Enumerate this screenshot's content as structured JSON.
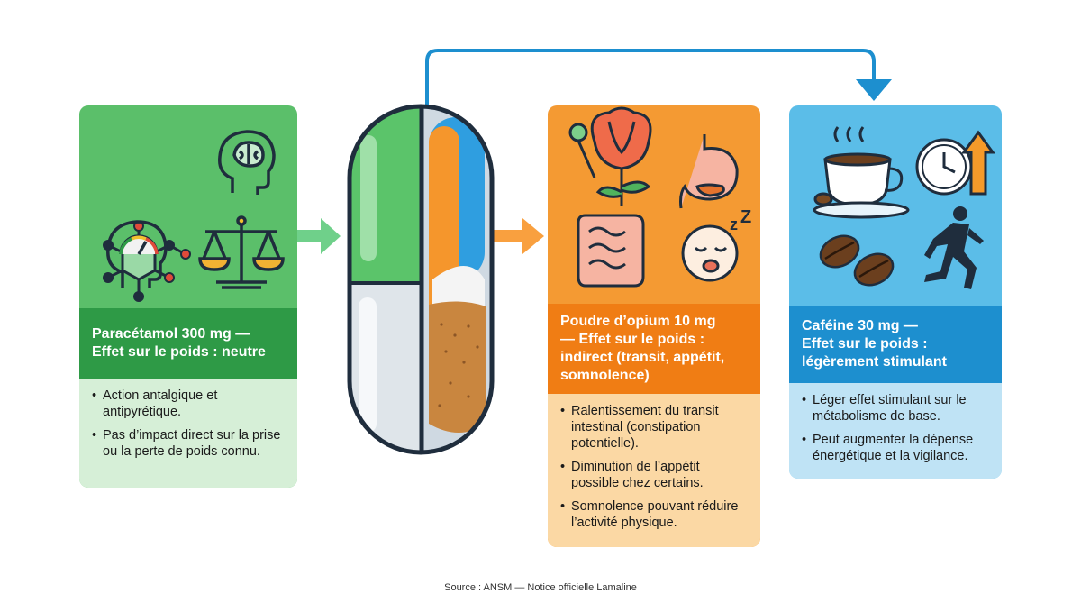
{
  "colors": {
    "green": "#5bbf6a",
    "green_dark": "#2e9a46",
    "green_light": "#d6efd7",
    "orange": "#f49a33",
    "orange_dark": "#f07d14",
    "orange_light": "#fbd8a4",
    "blue": "#5bbde8",
    "blue_dark": "#1d8fcf",
    "blue_light": "#bfe3f5",
    "ink": "#1f2d3d"
  },
  "cards": {
    "paracetamol": {
      "title_line1": "Paracétamol 300 mg —",
      "title_line2": "Effet sur le poids : neutre",
      "bullets": [
        "Action antalgique et antipyrétique.",
        "Pas d’impact direct sur la prise ou la perte de poids connu."
      ],
      "icons": [
        "molecule-icon",
        "head-brain-icon",
        "head-gauge-icon",
        "balance-scale-icon"
      ]
    },
    "opium": {
      "title_line1": "Poudre d’opium 10 mg",
      "title_line2": "— Effet sur le poids :",
      "title_line3": "indirect (transit, appétit,",
      "title_line4": "somnolence)",
      "bullets": [
        "Ralentissement du transit intestinal (constipation potentielle).",
        "Diminution de l’appétit possible chez certains.",
        "Somnolence pouvant réduire l’activité physique."
      ],
      "icons": [
        "poppy-flower-icon",
        "stomach-icon",
        "intestine-icon",
        "sleepy-face-icon"
      ]
    },
    "cafeine": {
      "title_line1": "Caféine 30 mg —",
      "title_line2": "Effet sur le poids :",
      "title_line3": "légèrement stimulant",
      "bullets": [
        "Léger effet stimulant sur le métabolisme de base.",
        "Peut augmenter la dépense énergétique et la vigilance."
      ],
      "icons": [
        "coffee-cup-icon",
        "clock-up-arrow-icon",
        "coffee-beans-icon",
        "runner-icon"
      ]
    }
  },
  "source": "Source : ANSM — Notice officielle Lamaline"
}
